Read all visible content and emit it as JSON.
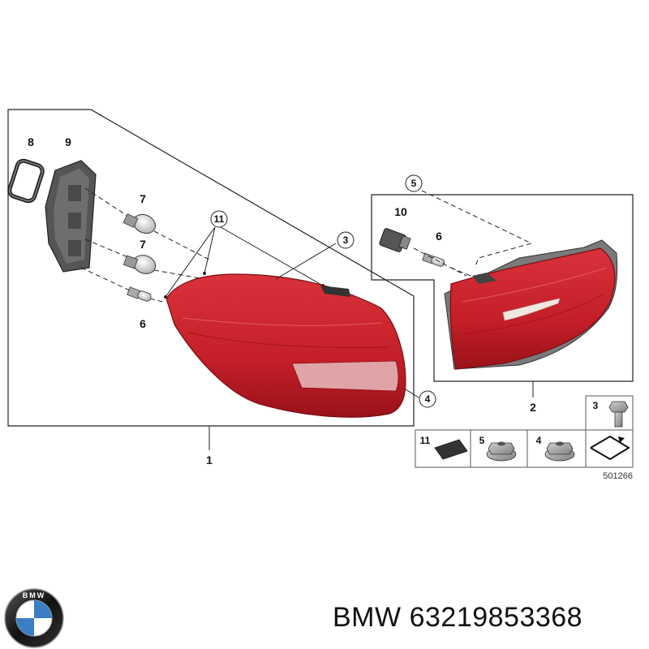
{
  "callouts": {
    "c1": "1",
    "c2": "2",
    "c3": "3",
    "c4": "4",
    "c5": "5",
    "c6a": "6",
    "c6b": "6",
    "c7a": "7",
    "c7b": "7",
    "c8": "8",
    "c9": "9",
    "c10": "10",
    "c11": "11"
  },
  "small_parts": {
    "p11": "11",
    "p5": "5",
    "p4": "4",
    "p3": "3"
  },
  "reference_code": "501266",
  "logo_text": "BMW",
  "footer": {
    "brand": "BMW",
    "part_number": "63219853368"
  },
  "colors": {
    "lamp_red": "#c8202a",
    "lamp_dark": "#8e1018",
    "line": "#222222"
  }
}
